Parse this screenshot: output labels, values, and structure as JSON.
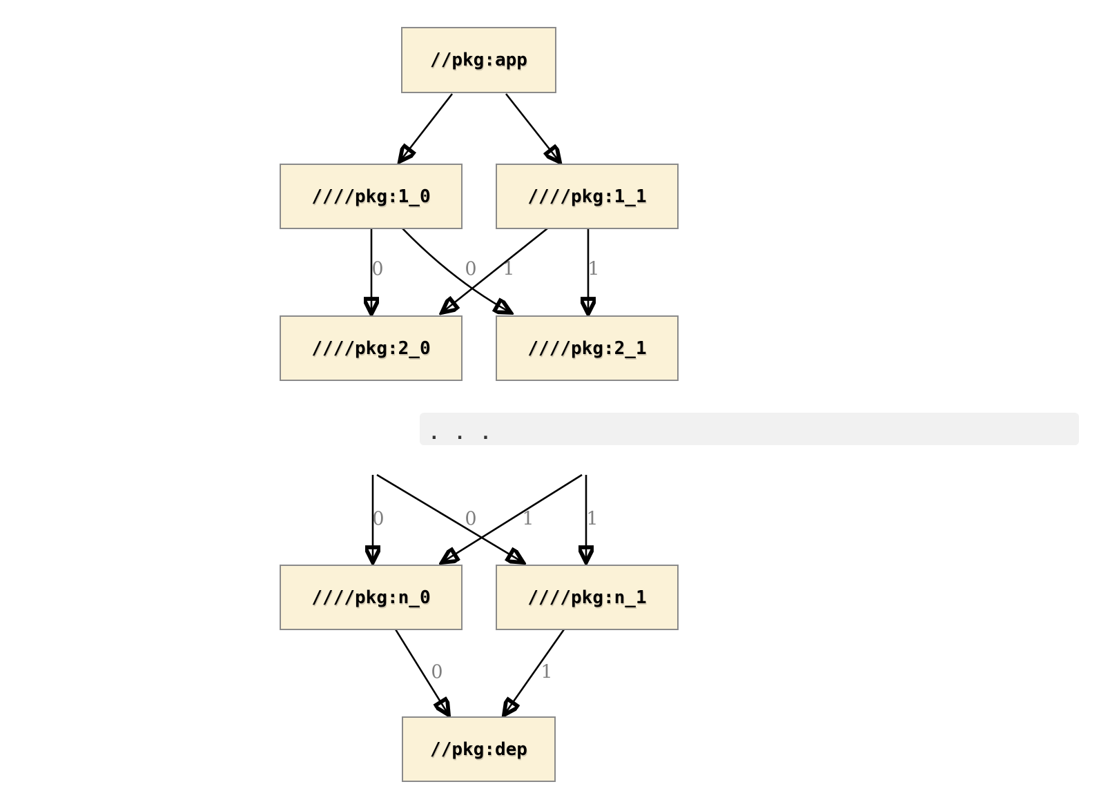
{
  "diagram": {
    "nodes": {
      "app": {
        "label": "//pkg:app"
      },
      "l1_0": {
        "label": "////pkg:1_0"
      },
      "l1_1": {
        "label": "////pkg:1_1"
      },
      "l2_0": {
        "label": "////pkg:2_0"
      },
      "l2_1": {
        "label": "////pkg:2_1"
      },
      "ln_0": {
        "label": "////pkg:n_0"
      },
      "ln_1": {
        "label": "////pkg:n_1"
      },
      "dep": {
        "label": "//pkg:dep"
      }
    },
    "ellipsis": ". . .",
    "edge_labels": {
      "e1_0_to_2_0": "0",
      "e1_1_to_2_0": "0",
      "e1_0_to_2_1": "1",
      "e1_1_to_2_1": "1",
      "elided_to_n_0_left": "0",
      "elided_to_n_0_cross": "0",
      "elided_to_n_1_cross": "1",
      "elided_to_n_1_right": "1",
      "en_0_to_dep": "0",
      "en_1_to_dep": "1"
    },
    "edges": [
      {
        "from": "//pkg:app",
        "to": "////pkg:1_0",
        "label": ""
      },
      {
        "from": "//pkg:app",
        "to": "////pkg:1_1",
        "label": ""
      },
      {
        "from": "////pkg:1_0",
        "to": "////pkg:2_0",
        "label": "0"
      },
      {
        "from": "////pkg:1_1",
        "to": "////pkg:2_0",
        "label": "0"
      },
      {
        "from": "////pkg:1_0",
        "to": "////pkg:2_1",
        "label": "1"
      },
      {
        "from": "////pkg:1_1",
        "to": "////pkg:2_1",
        "label": "1"
      },
      {
        "from": "...",
        "to": "////pkg:n_0",
        "label": "0"
      },
      {
        "from": "...",
        "to": "////pkg:n_0",
        "label": "0"
      },
      {
        "from": "...",
        "to": "////pkg:n_1",
        "label": "1"
      },
      {
        "from": "...",
        "to": "////pkg:n_1",
        "label": "1"
      },
      {
        "from": "////pkg:n_0",
        "to": "//pkg:dep",
        "label": "0"
      },
      {
        "from": "////pkg:n_1",
        "to": "//pkg:dep",
        "label": "1"
      }
    ],
    "colors": {
      "node_fill": "#FBF2D7",
      "node_border": "#8A8A8A",
      "edge": "#000000",
      "edge_label": "#7F7F7F",
      "ellipsis_band": "#F1F1F1"
    }
  }
}
